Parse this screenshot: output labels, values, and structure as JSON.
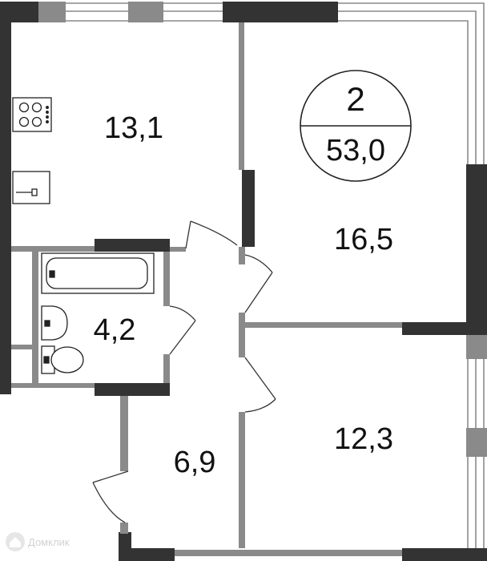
{
  "apartment": {
    "rooms": "2",
    "total_area": "53,0"
  },
  "room_areas": {
    "kitchen": "13,1",
    "bedroom": "16,5",
    "bathroom": "4,2",
    "hallway": "6,9",
    "living_room": "12,3"
  },
  "watermark": {
    "text": "Домклик",
    "icon": "house-icon"
  },
  "colors": {
    "wall_dark": "#333333",
    "wall_gray": "#8a8a8a",
    "fixture_stroke": "#222222"
  }
}
